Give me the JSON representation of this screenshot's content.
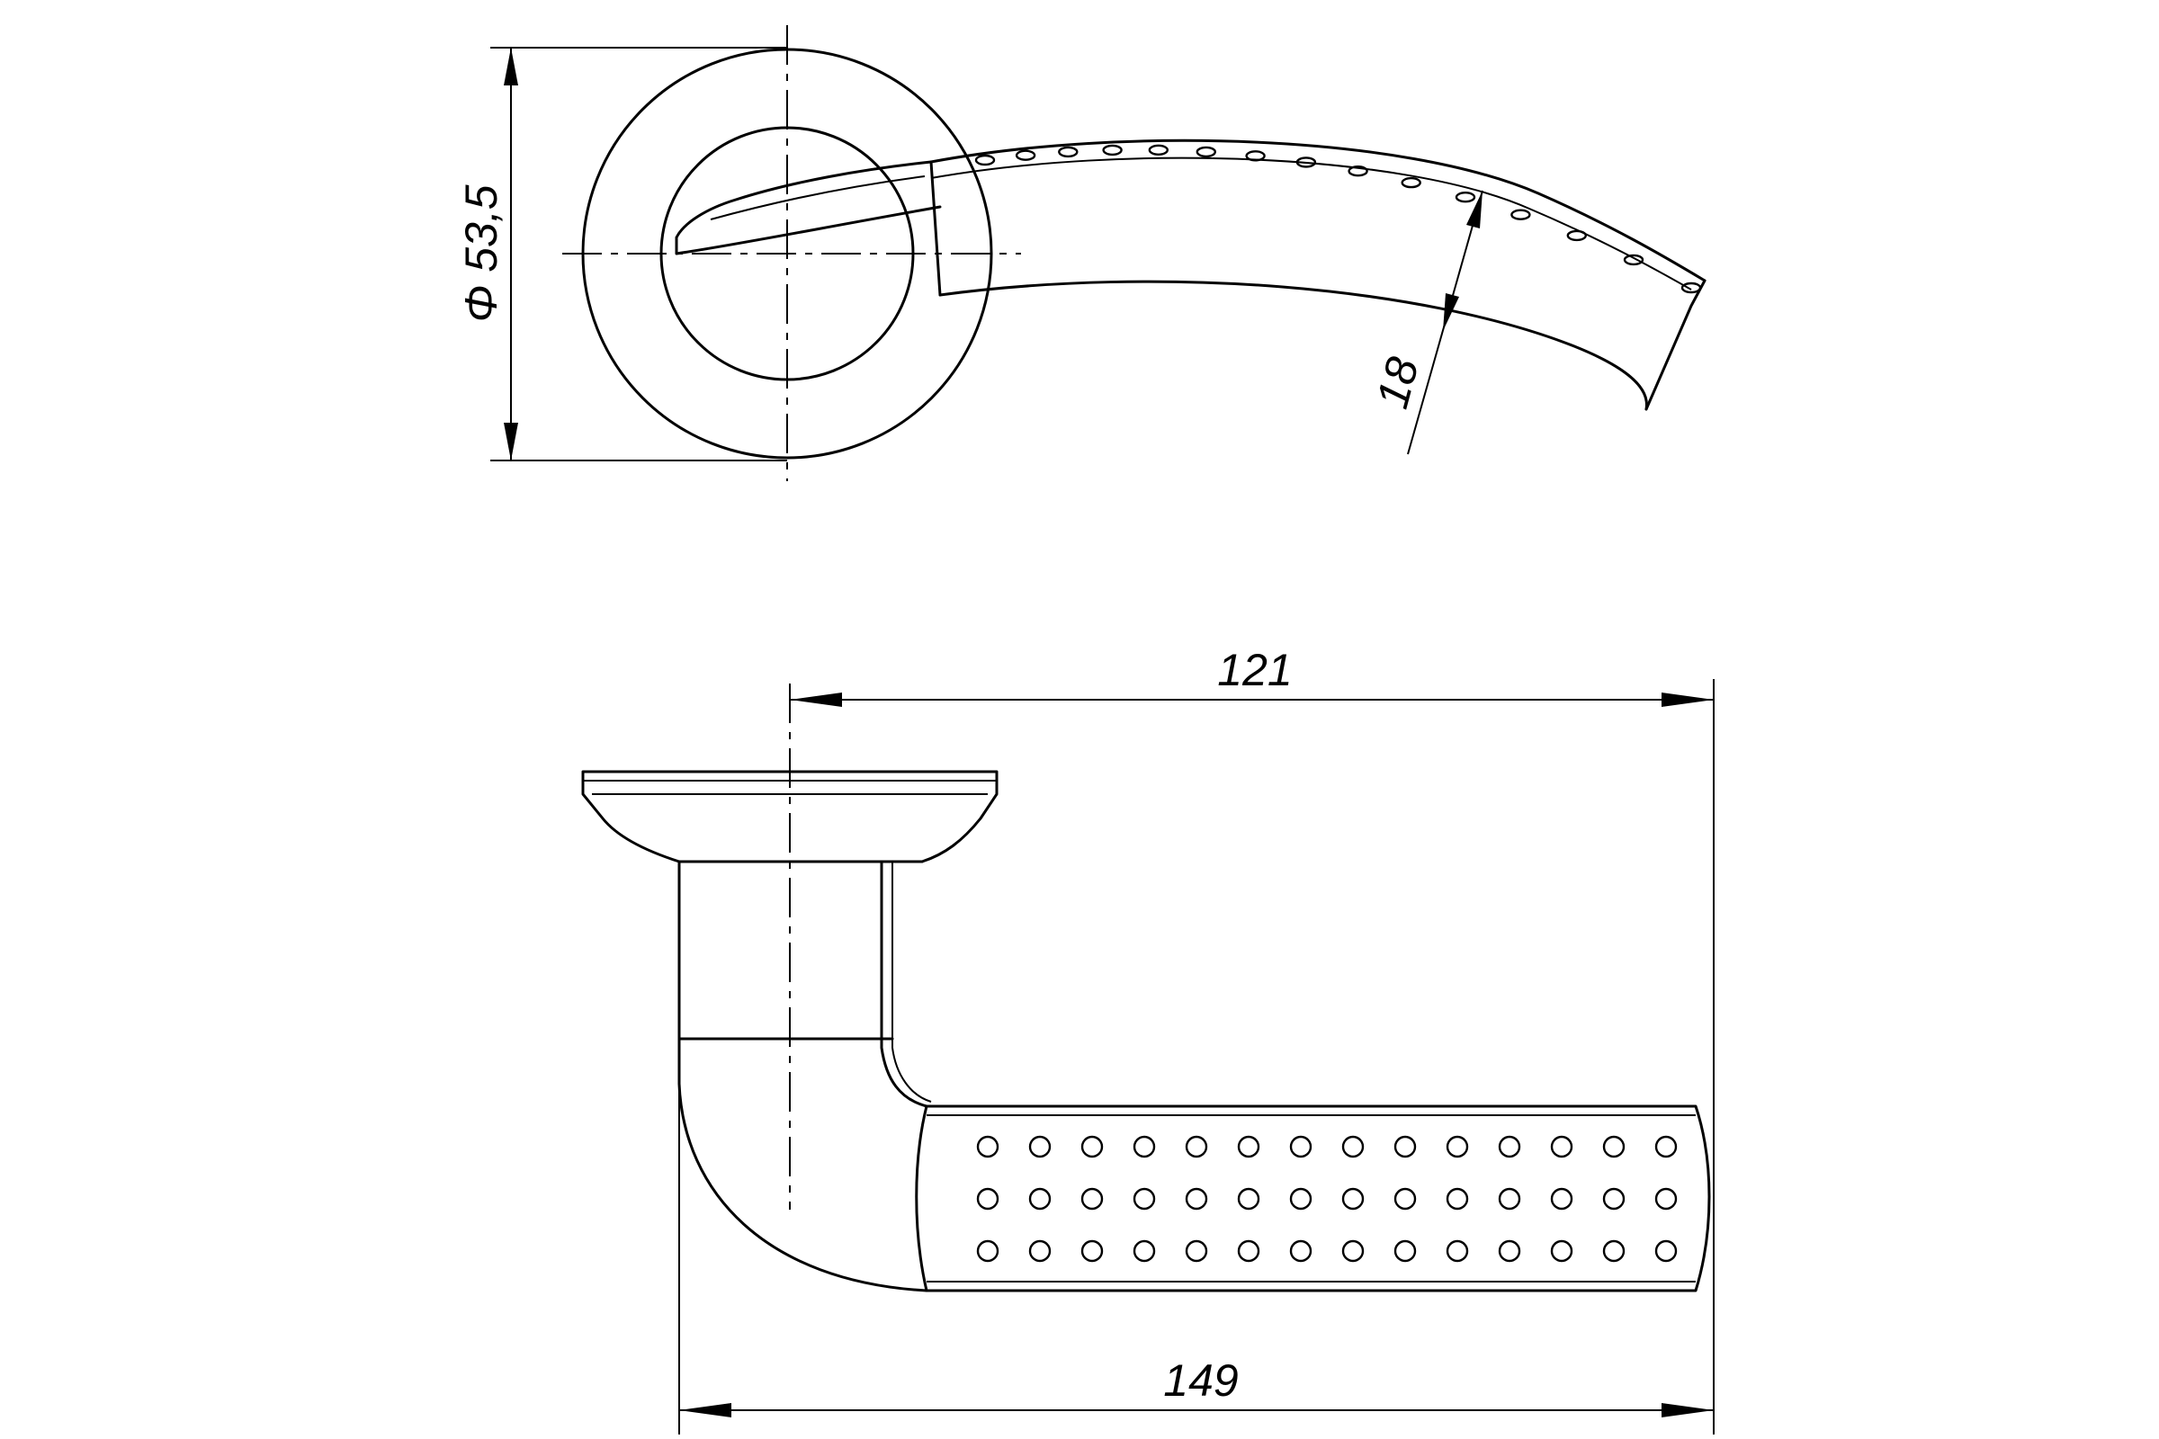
{
  "dimensions": {
    "rose_diameter": "Φ 53,5",
    "lever_thickness": "18",
    "projection": "121",
    "overall_length": "149"
  },
  "colors": {
    "line": "#000000",
    "background": "#ffffff"
  },
  "grip_dots": {
    "rows": 3,
    "columns": 14
  },
  "top_edge_dots": {
    "count": 15
  }
}
